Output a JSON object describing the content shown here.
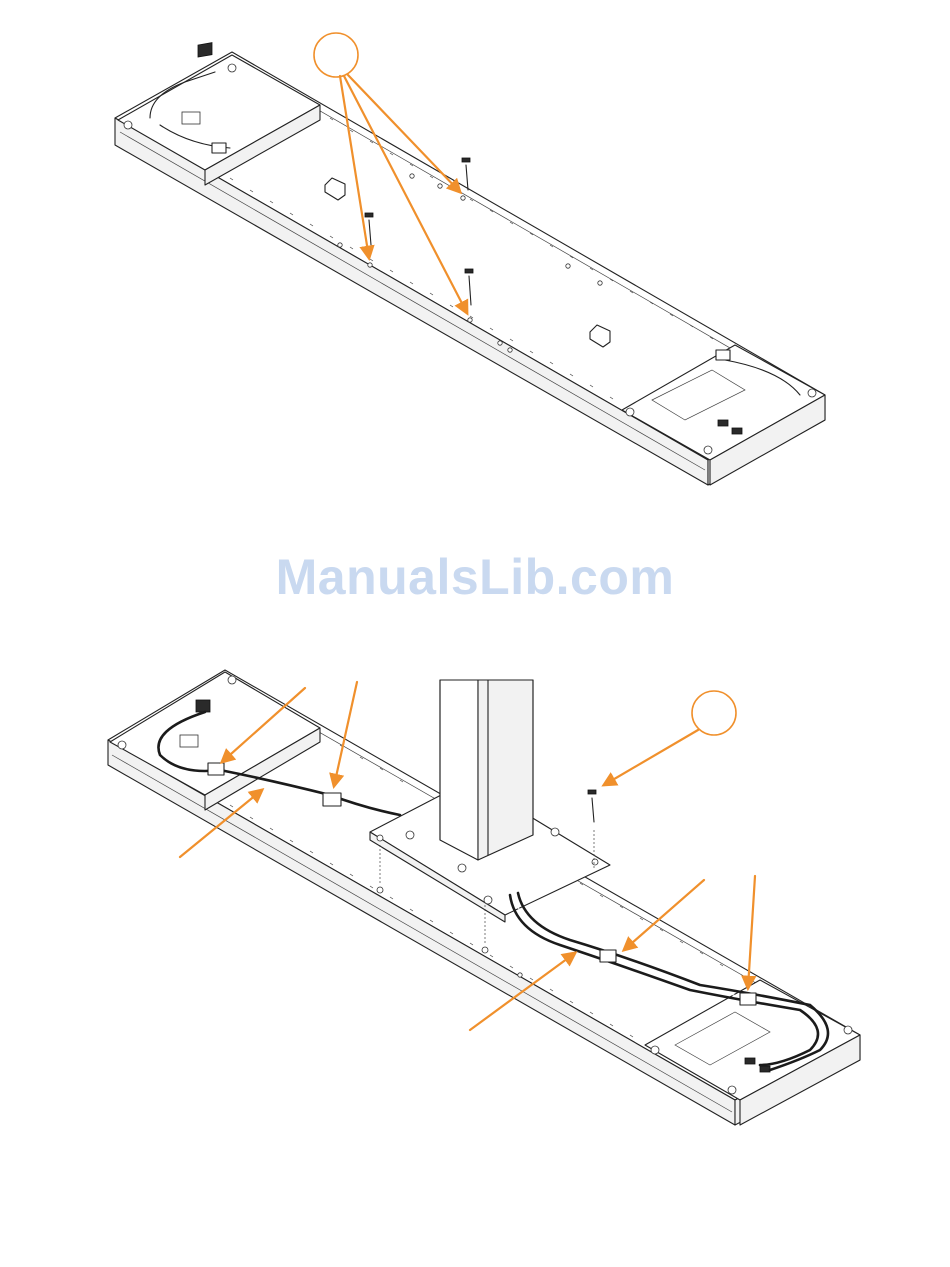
{
  "watermark": {
    "text": "ManualsLib.com"
  },
  "colors": {
    "arrow": "#f0902c",
    "watermark": "#c9d9f0",
    "line": "#222222"
  },
  "figures": [
    {
      "id": "top",
      "callout_label": "",
      "parts": [
        "desk-frame-bar",
        "screw",
        "screw",
        "screw",
        "cable-clip",
        "cable-clip",
        "control-box-left",
        "control-box-right"
      ]
    },
    {
      "id": "bottom",
      "callout_label": "",
      "parts": [
        "desk-frame-bar",
        "leg-column",
        "mounting-plate",
        "screw",
        "cable-bundle",
        "cable-tie",
        "cable-tie",
        "cable-tie",
        "control-box-left",
        "control-box-right"
      ]
    }
  ]
}
